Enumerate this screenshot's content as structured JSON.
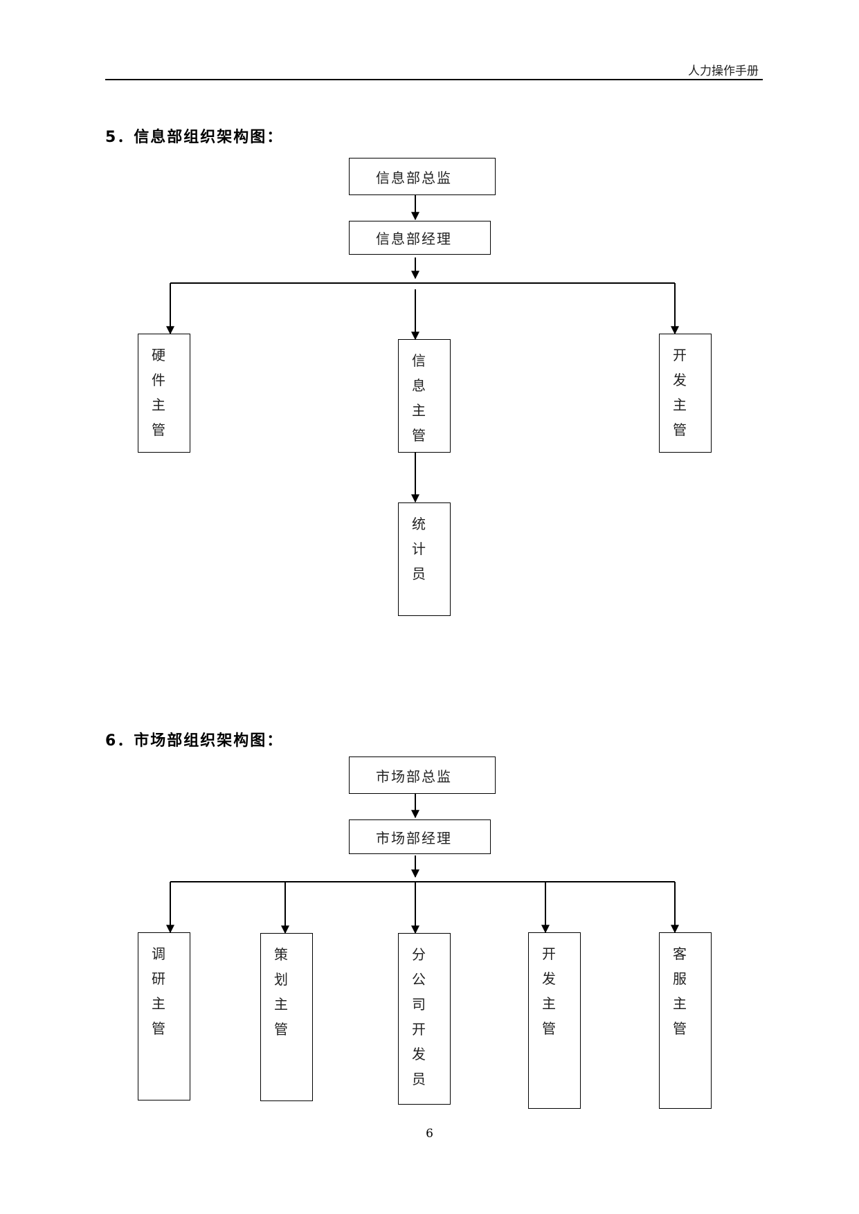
{
  "header": {
    "title": "人力操作手册"
  },
  "sections": [
    {
      "title": "5．信息部组织架构图：",
      "director": "信息部总监",
      "manager": "信息部经理",
      "supervisors": [
        "硬件主管",
        "信息主管",
        "开发主管"
      ],
      "staff": "统计员"
    },
    {
      "title": "6．市场部组织架构图：",
      "director": "市场部总监",
      "manager": "市场部经理",
      "supervisors": [
        "调研主管",
        "策划主管",
        "分公司开发员",
        "开发主管",
        "客服主管"
      ]
    }
  ],
  "footer": {
    "page_number": "6"
  }
}
